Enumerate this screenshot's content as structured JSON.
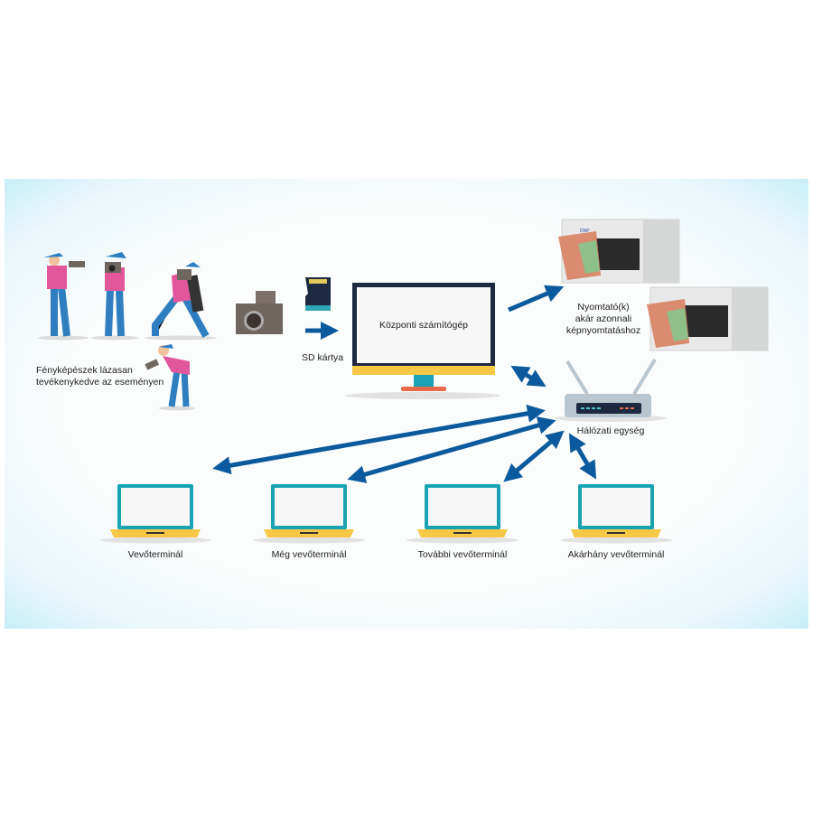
{
  "photographers_label_1": "Fényképészek lázasan",
  "photographers_label_2": "tevékenykedve az eseményen",
  "sd_label": "SD kártya",
  "computer_label": "Központi számítógép",
  "printer_label_1": "Nyomtató(k)",
  "printer_label_2": "akár azonnali",
  "printer_label_3": "képnyomtatáshoz",
  "printer_brand": "DNP",
  "router_label": "Hálózati egység",
  "terminals": [
    "Vevőterminál",
    "Még vevőterminál",
    "További vevőterminál",
    "Akárhány vevőterminál"
  ],
  "colors": {
    "arrow": "#0b5a9e",
    "pink": "#e2579b",
    "blue": "#2f7fc0",
    "yellow": "#f6c846",
    "teal": "#1aa3b4",
    "navy": "#1c2940"
  }
}
